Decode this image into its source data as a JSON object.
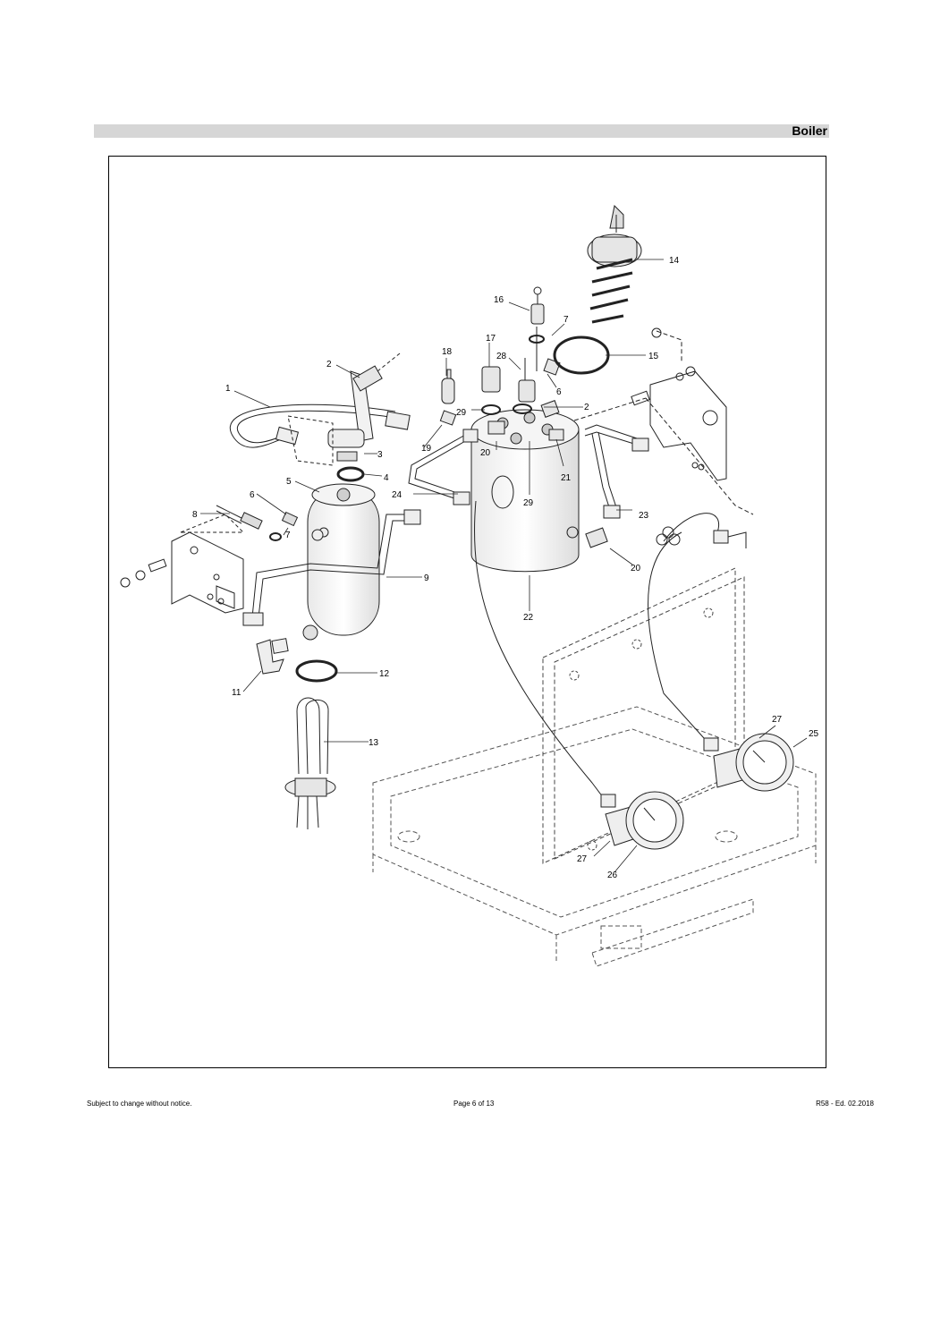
{
  "header": {
    "title": "Boiler"
  },
  "diagram": {
    "part_labels": [
      "1",
      "2",
      "3",
      "4",
      "5",
      "6",
      "7",
      "8",
      "9",
      "11",
      "12",
      "13",
      "2",
      "16",
      "7",
      "14",
      "15",
      "17",
      "18",
      "28",
      "29",
      "6",
      "19",
      "20",
      "21",
      "24",
      "29",
      "23",
      "20",
      "22",
      "27",
      "25",
      "27",
      "26"
    ]
  },
  "footer": {
    "left": "Subject to change without notice.",
    "center": "Page 6 of 13",
    "right": "R58 - Ed. 02.2018"
  }
}
